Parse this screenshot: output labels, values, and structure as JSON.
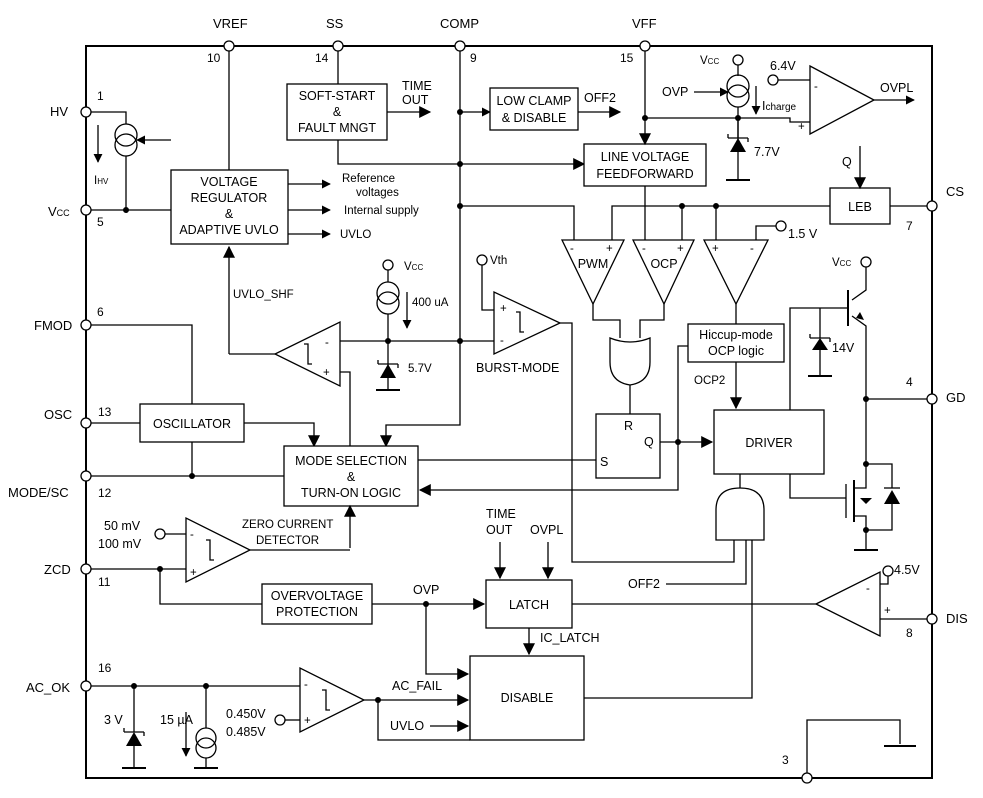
{
  "pins": {
    "hv": {
      "name": "HV",
      "num": "1"
    },
    "vcc": {
      "name": "V",
      "sub": "CC",
      "num": "5"
    },
    "fmod": {
      "name": "FMOD",
      "num": "6"
    },
    "osc": {
      "name": "OSC",
      "num": "13"
    },
    "modesc": {
      "name": "MODE/SC",
      "num": "12"
    },
    "zcd": {
      "name": "ZCD",
      "num": "11"
    },
    "acok": {
      "name": "AC_OK",
      "num": "16"
    },
    "vref": {
      "name": "VREF",
      "num": "10"
    },
    "ss": {
      "name": "SS",
      "num": "14"
    },
    "comp": {
      "name": "COMP",
      "num": "9"
    },
    "vff": {
      "name": "VFF",
      "num": "15"
    },
    "cs": {
      "name": "CS",
      "num": "7"
    },
    "gd": {
      "name": "GD",
      "num": "4"
    },
    "dis": {
      "name": "DIS",
      "num": "8"
    },
    "gnd": {
      "num": "3"
    }
  },
  "blocks": {
    "voltage_regulator": [
      "VOLTAGE",
      "REGULATOR",
      "&",
      "ADAPTIVE UVLO"
    ],
    "soft_start": [
      "SOFT-START",
      "&",
      "FAULT MNGT"
    ],
    "low_clamp": [
      "LOW CLAMP",
      "& DISABLE"
    ],
    "line_ff": [
      "LINE VOLTAGE",
      "FEEDFORWARD"
    ],
    "leb": "LEB",
    "oscillator": "OSCILLATOR",
    "mode_selection": [
      "MODE SELECTION",
      "&",
      "TURN-ON LOGIC"
    ],
    "hiccup": [
      "Hiccup-mode",
      "OCP logic"
    ],
    "driver": "DRIVER",
    "overvoltage": [
      "OVERVOLTAGE",
      "PROTECTION"
    ],
    "latch": "LATCH",
    "disable": "DISABLE",
    "sr_r": "R",
    "sr_s": "S",
    "sr_q": "Q"
  },
  "labels": {
    "time_out": [
      "TIME",
      "OUT"
    ],
    "time_out2": [
      "TIME",
      "OUT"
    ],
    "off2": "OFF2",
    "off2_bottom": "OFF2",
    "ref_voltages": [
      "Reference",
      "voltages"
    ],
    "internal_supply": "Internal supply",
    "uvlo": "UVLO",
    "uvlo2": "UVLO",
    "uvlo_shf": "UVLO_SHF",
    "ihv": {
      "main": "I",
      "sub": "HV"
    },
    "vcc_ovp": {
      "main": "V",
      "sub": "CC"
    },
    "ovp_in": "OVP",
    "ovp_mid": "OVP",
    "icharge": {
      "main": "I",
      "sub": "charge"
    },
    "v64": "6.4V",
    "ovpl": "OVPL",
    "ovpl2": "OVPL",
    "v77": "7.7V",
    "q_leb": "Q",
    "v15": "1.5 V",
    "pwm": "PWM",
    "ocp": "OCP",
    "vcc_400": {
      "main": "V",
      "sub": "CC"
    },
    "i400": "400 uA",
    "v57": "5.7V",
    "vth": "Vth",
    "burst_mode": "BURST-MODE",
    "ocp2": "OCP2",
    "vcc_drv": {
      "main": "V",
      "sub": "CC"
    },
    "v14": "14V",
    "zcd_thr": [
      "50 mV",
      "100 mV"
    ],
    "zcd_name": [
      "ZERO CURRENT",
      "DETECTOR"
    ],
    "v45": "4.5V",
    "ic_latch": "IC_LATCH",
    "ac_fail": "AC_FAIL",
    "v3": "3 V",
    "i15": "15 µA",
    "acok_thr": [
      "0.450V",
      "0.485V"
    ],
    "minus": "-",
    "plus": "+"
  }
}
